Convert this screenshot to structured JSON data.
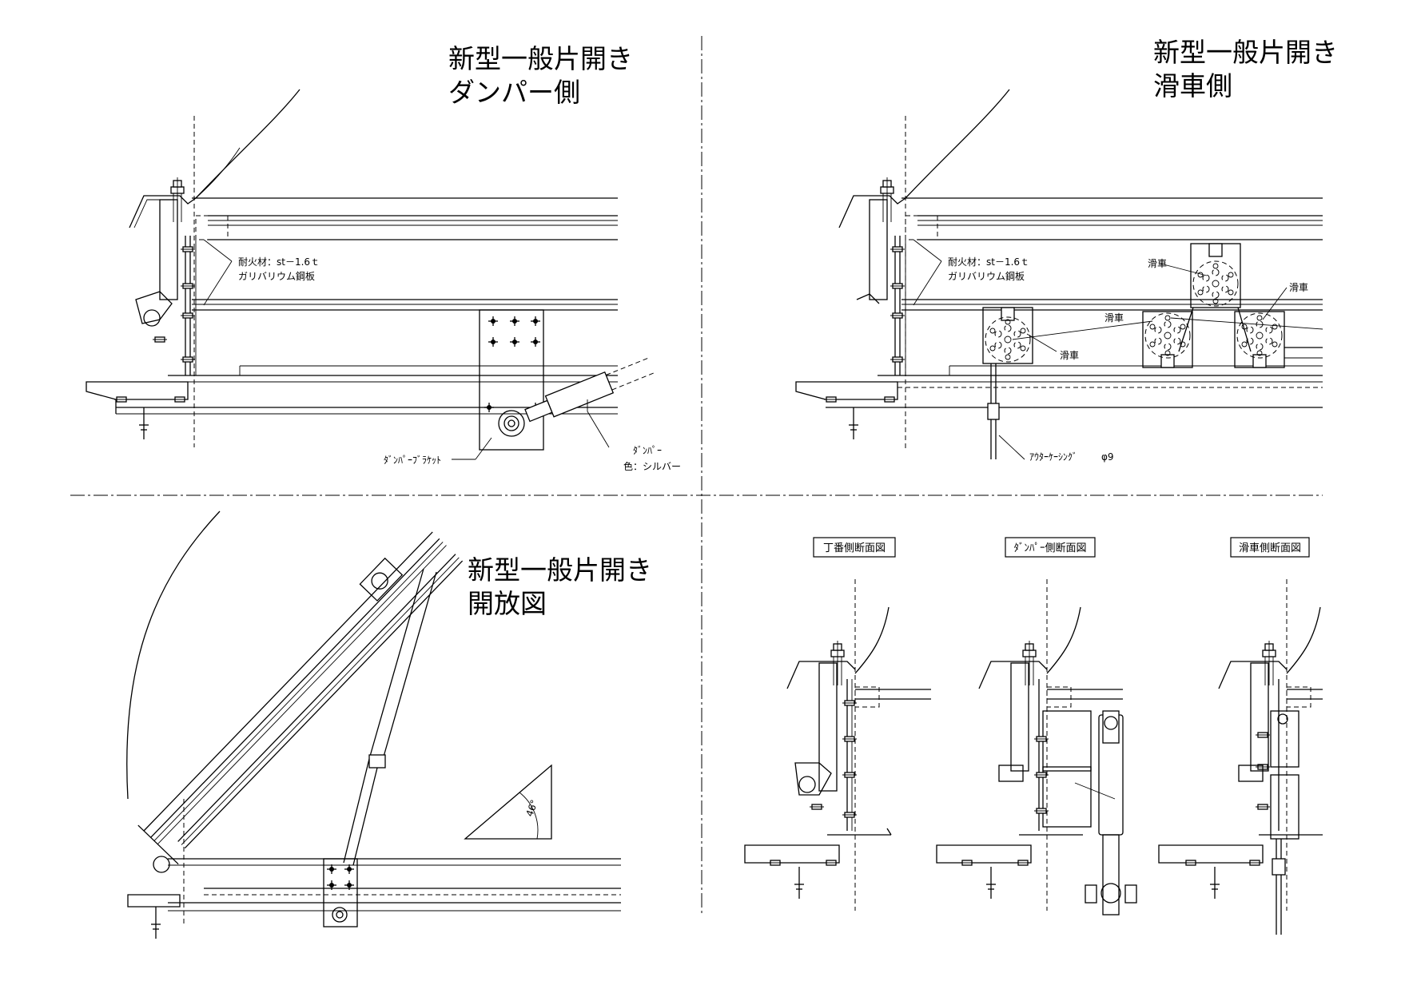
{
  "titles": {
    "q1": [
      "新型一般片開き",
      "ダンパー側"
    ],
    "q2": [
      "新型一般片開き",
      "滑車側"
    ],
    "q3": [
      "新型一般片開き",
      "開放図"
    ]
  },
  "labels": {
    "fire_material_1": "耐火材：st－1.6ｔ",
    "fire_material_2": "ガリバリウム鋼板",
    "damper_bracket": "ﾀﾞﾝﾊﾟｰﾌﾞﾗｹｯﾄ",
    "damper": "ﾀﾞﾝﾊﾟｰ",
    "damper_color": "色：シルバー",
    "pulley": "滑車",
    "outer_casing": "ｱｳﾀｰｹｰｼﾝｸﾞ",
    "outer_casing_dia": "φ9",
    "angle": "46°"
  },
  "sections": {
    "hinge": "丁番側断面図",
    "damper": "ﾀﾞﾝﾊﾟｰ側断面図",
    "pulley": "滑車側断面図"
  }
}
